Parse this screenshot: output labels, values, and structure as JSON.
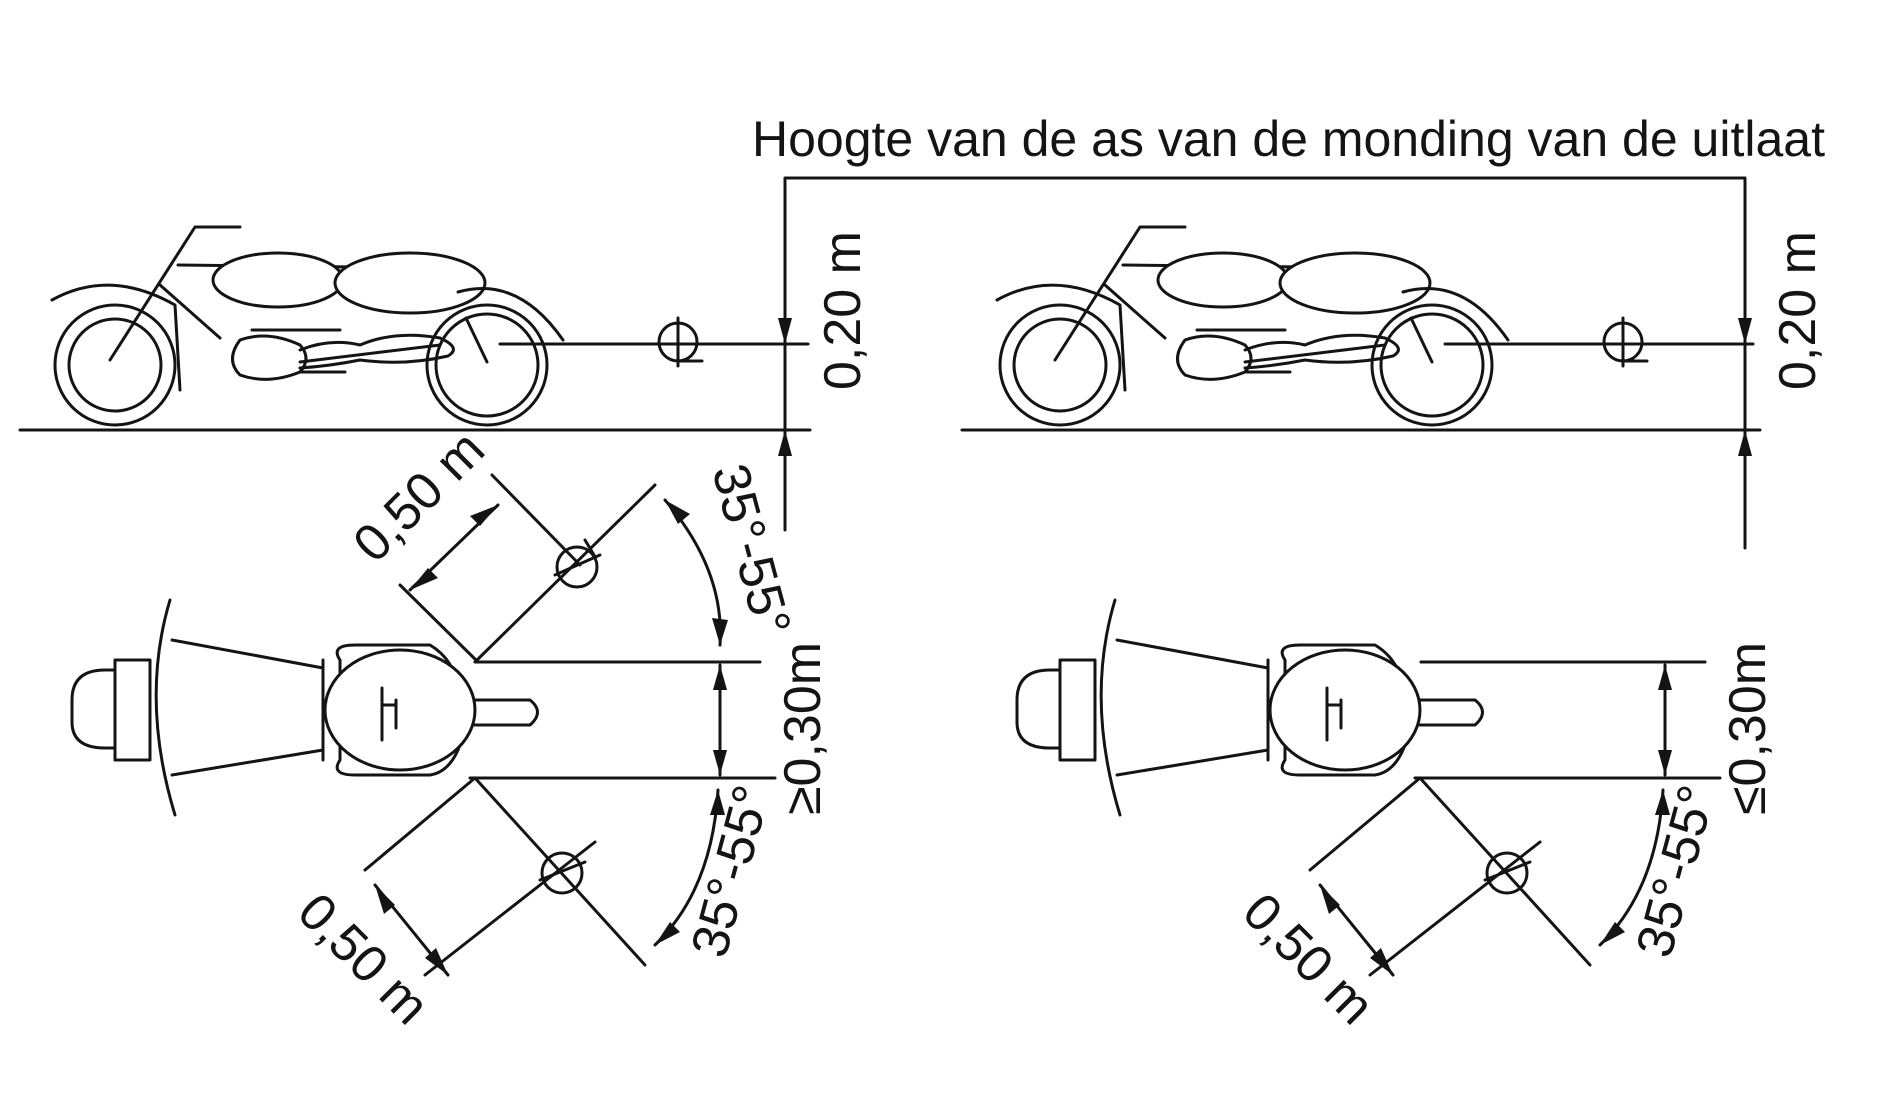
{
  "title": "Hoogte van de as van de monding van de uitlaat",
  "labels": {
    "height_max": "0,20 m",
    "offset": "0,50 m",
    "spacing_min": "≥0,30m",
    "spacing_max": "≤0,30m",
    "angle_range": "35°-55°"
  },
  "colors": {
    "ink": "#141414",
    "background": "#ffffff"
  }
}
